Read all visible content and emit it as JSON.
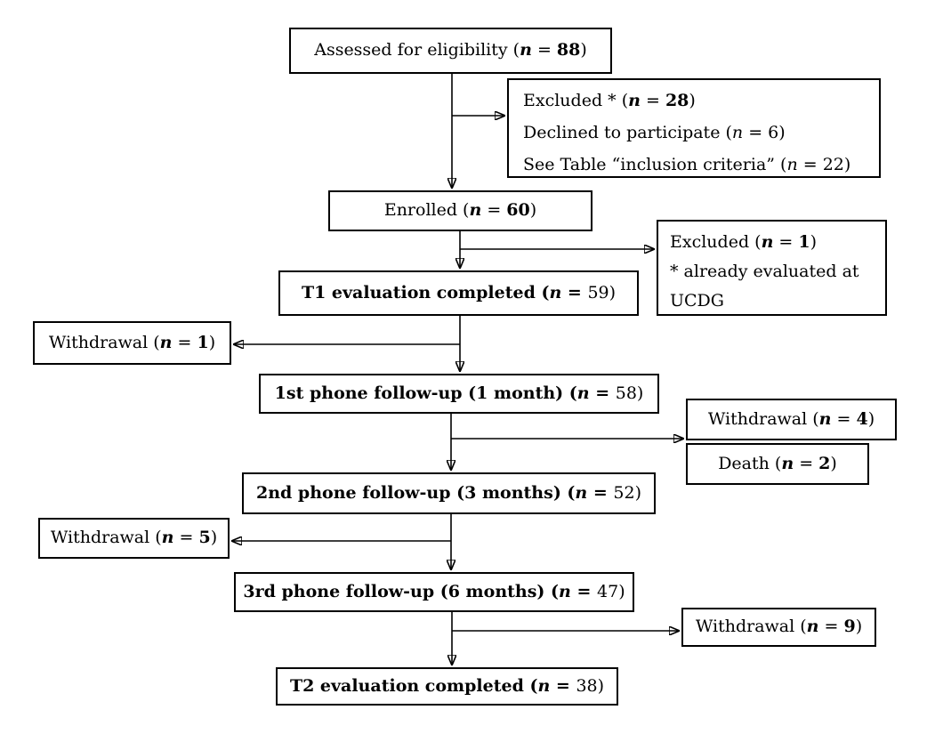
{
  "figure": {
    "type": "consort-flow-diagram",
    "colors": {
      "background": "#ffffff",
      "border": "#000000",
      "text": "#000000",
      "arrow": "#000000"
    }
  },
  "nodes": {
    "assessed": {
      "lines": [
        [
          {
            "t": "Assessed for eligibility ("
          },
          {
            "t": "n",
            "b": 1,
            "i": 1
          },
          {
            "t": " = "
          },
          {
            "t": "88",
            "b": 1
          },
          {
            "t": ")"
          }
        ]
      ]
    },
    "excluded_top": {
      "lines": [
        [
          {
            "t": "Excluded * ("
          },
          {
            "t": "n",
            "b": 1,
            "i": 1
          },
          {
            "t": " = "
          },
          {
            "t": "28",
            "b": 1
          },
          {
            "t": ")"
          }
        ],
        [
          {
            "t": "Declined to participate ("
          },
          {
            "t": "n",
            "i": 1
          },
          {
            "t": " = 6)"
          }
        ],
        [
          {
            "t": "See Table “inclusion criteria” ("
          },
          {
            "t": "n",
            "i": 1
          },
          {
            "t": " = 22)"
          }
        ]
      ]
    },
    "enrolled": {
      "lines": [
        [
          {
            "t": "Enrolled ("
          },
          {
            "t": "n",
            "b": 1,
            "i": 1
          },
          {
            "t": " = "
          },
          {
            "t": "60",
            "b": 1
          },
          {
            "t": ")"
          }
        ]
      ]
    },
    "excluded_t1": {
      "lines": [
        [
          {
            "t": "Excluded ("
          },
          {
            "t": "n",
            "b": 1,
            "i": 1
          },
          {
            "t": " = "
          },
          {
            "t": "1",
            "b": 1
          },
          {
            "t": ")"
          }
        ],
        [
          {
            "t": "* already evaluated at"
          }
        ],
        [
          {
            "t": "UCDG"
          }
        ]
      ]
    },
    "t1": {
      "lines": [
        [
          {
            "t": "T1 evaluation completed (",
            "b": 1
          },
          {
            "t": "n",
            "b": 1,
            "i": 1
          },
          {
            "t": " = ",
            "b": 1
          },
          {
            "t": "59)"
          }
        ]
      ]
    },
    "withdrawal_1": {
      "lines": [
        [
          {
            "t": "Withdrawal ("
          },
          {
            "t": "n",
            "b": 1,
            "i": 1
          },
          {
            "t": " = "
          },
          {
            "t": "1",
            "b": 1
          },
          {
            "t": ")"
          }
        ]
      ]
    },
    "followup_1": {
      "lines": [
        [
          {
            "t": "1st phone follow-up (1 month) (",
            "b": 1
          },
          {
            "t": "n",
            "b": 1,
            "i": 1
          },
          {
            "t": " = ",
            "b": 1
          },
          {
            "t": "58)"
          }
        ]
      ]
    },
    "withdrawal_4": {
      "lines": [
        [
          {
            "t": "Withdrawal ("
          },
          {
            "t": "n",
            "b": 1,
            "i": 1
          },
          {
            "t": " = "
          },
          {
            "t": "4",
            "b": 1
          },
          {
            "t": ")"
          }
        ]
      ]
    },
    "death_2": {
      "lines": [
        [
          {
            "t": "Death ("
          },
          {
            "t": "n",
            "b": 1,
            "i": 1
          },
          {
            "t": " = "
          },
          {
            "t": "2",
            "b": 1
          },
          {
            "t": ")"
          }
        ]
      ]
    },
    "followup_2": {
      "lines": [
        [
          {
            "t": "2nd phone follow-up (3 months) (",
            "b": 1
          },
          {
            "t": "n",
            "b": 1,
            "i": 1
          },
          {
            "t": " = ",
            "b": 1
          },
          {
            "t": "52)"
          }
        ]
      ]
    },
    "withdrawal_5": {
      "lines": [
        [
          {
            "t": "Withdrawal ("
          },
          {
            "t": "n",
            "b": 1,
            "i": 1
          },
          {
            "t": " = "
          },
          {
            "t": "5",
            "b": 1
          },
          {
            "t": ")"
          }
        ]
      ]
    },
    "followup_3": {
      "lines": [
        [
          {
            "t": "3rd phone follow-up (6 months) (",
            "b": 1
          },
          {
            "t": "n",
            "b": 1,
            "i": 1
          },
          {
            "t": " = ",
            "b": 1
          },
          {
            "t": "47)"
          }
        ]
      ]
    },
    "withdrawal_9": {
      "lines": [
        [
          {
            "t": "Withdrawal ("
          },
          {
            "t": "n",
            "b": 1,
            "i": 1
          },
          {
            "t": " = "
          },
          {
            "t": "9",
            "b": 1
          },
          {
            "t": ")"
          }
        ]
      ]
    },
    "t2": {
      "lines": [
        [
          {
            "t": "T2 evaluation completed (",
            "b": 1
          },
          {
            "t": "n",
            "b": 1,
            "i": 1
          },
          {
            "t": " = ",
            "b": 1
          },
          {
            "t": "38)"
          }
        ]
      ]
    }
  }
}
